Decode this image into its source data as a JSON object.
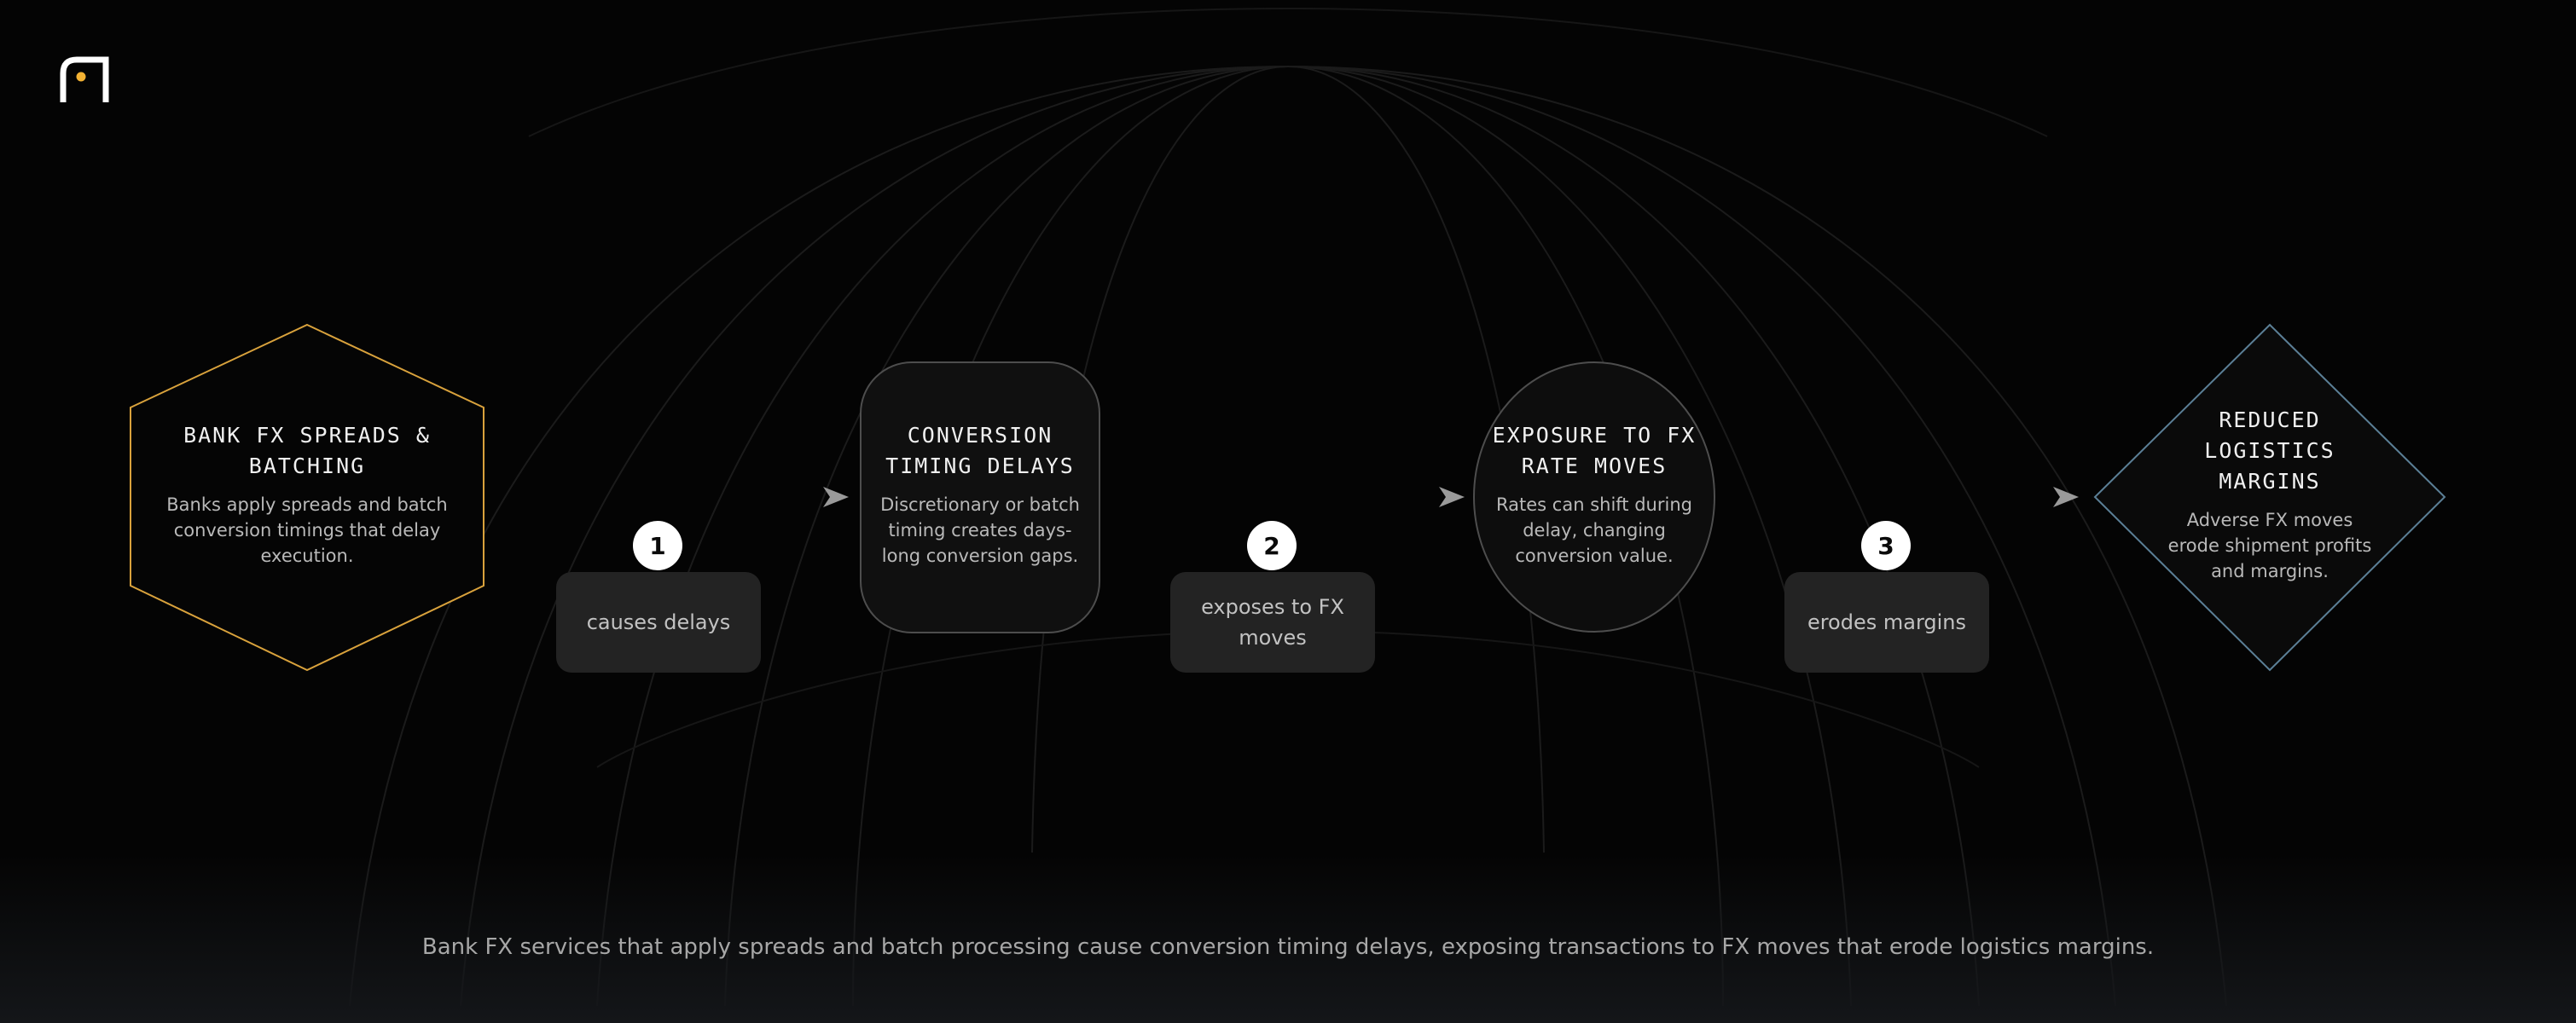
{
  "nodes": [
    {
      "title": "BANK FX SPREADS & BATCHING",
      "desc": "Banks apply spreads and batch conversion timings that delay execution.",
      "shape": "hexagon",
      "accent": "#d9a23c"
    },
    {
      "title": "CONVERSION TIMING DELAYS",
      "desc": "Discretionary or batch timing creates days-long conversion gaps.",
      "shape": "rounded-rectangle",
      "accent": "#5a5a5a"
    },
    {
      "title": "EXPOSURE TO FX RATE MOVES",
      "desc": "Rates can shift during delay, changing conversion value.",
      "shape": "ellipse",
      "accent": "#5a5a5a"
    },
    {
      "title": "REDUCED LOGISTICS MARGINS",
      "desc": "Adverse FX moves erode shipment profits and margins.",
      "shape": "diamond",
      "accent": "#5b7f96"
    }
  ],
  "edges": [
    {
      "step": "1",
      "label": "causes delays"
    },
    {
      "step": "2",
      "label": "exposes to FX moves"
    },
    {
      "step": "3",
      "label": "erodes margins"
    }
  ],
  "caption": "Bank FX services that apply spreads and batch processing cause conversion timing delays, exposing transactions to FX moves that erode logistics margins.",
  "colors": {
    "background": "#040404",
    "logo_dot": "#f3b233",
    "arrow": "#9a9a9a"
  },
  "logo": {
    "icon": "brand-logo-icon"
  }
}
